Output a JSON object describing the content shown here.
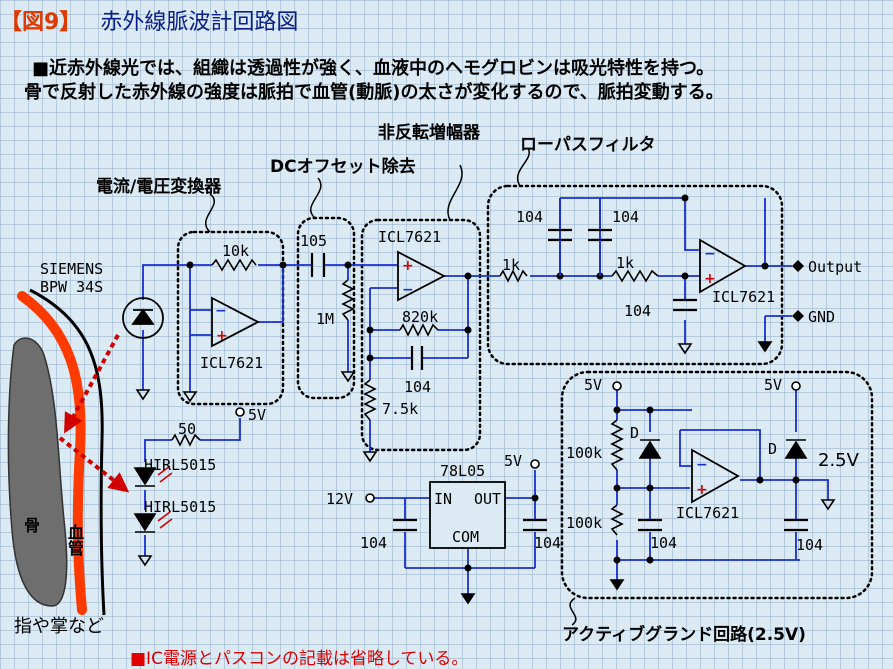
{
  "title": {
    "bracket": "【図9】",
    "text": "赤外線脈波計回路図"
  },
  "description": [
    "■近赤外線光では、組織は透過性が強く、血液中のヘモグロビンは吸光特性を持つ。",
    "骨で反射した赤外線の強度は脈拍で血管(動脈)の太さが変化するので、脈拍変動する。"
  ],
  "blocks": {
    "non_inverting_amp": "非反転増幅器",
    "dc_offset_removal": "DCオフセット除去",
    "lowpass_filter": "ローパスフィルタ",
    "iv_converter": "電流/電圧変換器",
    "active_ground": "アクティブグランド回路(2.5V)"
  },
  "components": {
    "sensor_brand": "SIEMENS",
    "sensor_model": "BPW 34S",
    "r_10k": "10k",
    "opamp": "ICL7621",
    "c_105": "105",
    "r_1m": "1M",
    "r_820k": "820k",
    "c_104": "104",
    "r_7_5k": "7.5k",
    "r_1k": "1k",
    "r_50": "50",
    "led": "HIRL5015",
    "supply_5v": "5V",
    "reg_name": "78L05",
    "reg_in": "IN",
    "reg_out": "OUT",
    "reg_com": "COM",
    "input_12v": "12V",
    "r_100k": "100k",
    "diode": "D",
    "ref_2_5v": "2.5V",
    "output": "Output",
    "gnd": "GND"
  },
  "anatomy": {
    "bone": "骨",
    "vessel": "血管",
    "finger": "指や掌など"
  },
  "footnote": "■IC電源とパスコンの記載は省略している。",
  "colors": {
    "title_bracket": "#e03a00",
    "title_text": "#0a1f8a",
    "wire": "#1a2fd0",
    "footnote": "#e00000",
    "vessel": "#ff3a00",
    "bone": "#6e6e6e"
  }
}
